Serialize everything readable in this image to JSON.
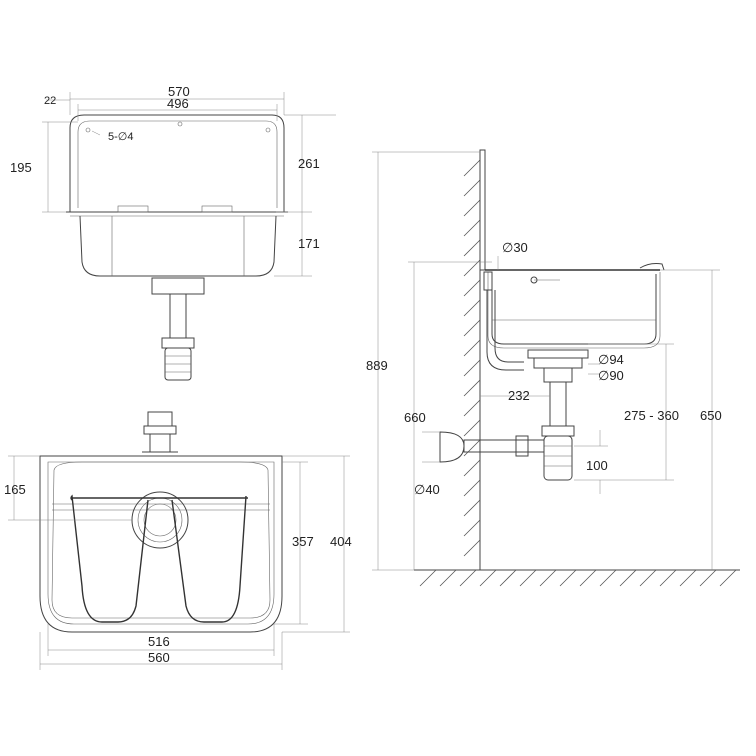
{
  "dimensions": {
    "top_width_outer": "570",
    "top_width_inner": "496",
    "top_flange": "22",
    "top_depth_back": "195",
    "top_depth_total": "261",
    "top_bowl_height": "171",
    "holes": "5-∅4",
    "front_tap_height": "165",
    "front_inner_height": "357",
    "front_outer_height": "404",
    "front_inner_width": "516",
    "front_outer_width": "560",
    "side_total_height": "889",
    "side_drain_dia": "∅30",
    "side_waste_outer": "∅94",
    "side_waste_inner": "∅90",
    "side_offset": "232",
    "side_rim_height": "660",
    "side_trap_range": "275 - 360",
    "side_floor_height": "650",
    "side_trap_drop": "100",
    "side_pipe_dia": "∅40"
  },
  "colors": {
    "line": "#444444",
    "dimension": "#888888",
    "background": "#ffffff"
  }
}
